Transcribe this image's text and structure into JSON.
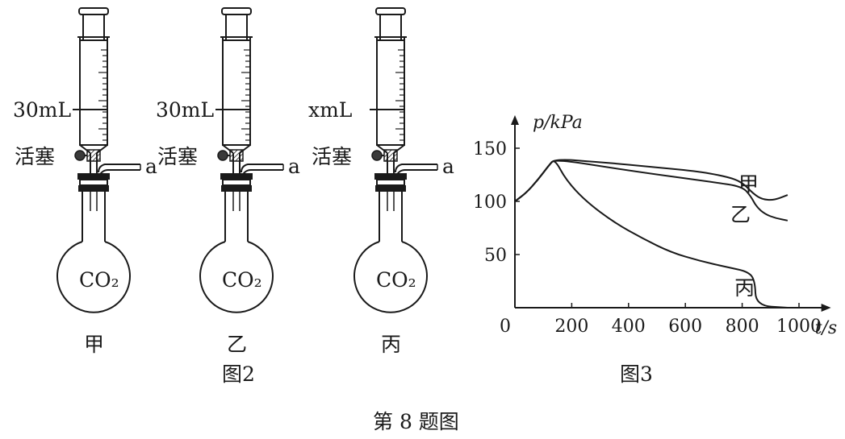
{
  "apparatus": [
    {
      "name": "甲",
      "syringe_label": "30mL",
      "valve_label": "活塞",
      "tube_label": "a",
      "flask_label": "CO₂"
    },
    {
      "name": "乙",
      "syringe_label": "30mL",
      "valve_label": "活塞",
      "tube_label": "a",
      "flask_label": "CO₂"
    },
    {
      "name": "丙",
      "syringe_label": "xmL",
      "valve_label": "活塞",
      "tube_label": "a",
      "flask_label": "CO₂"
    }
  ],
  "figure2_caption": "图2",
  "figure3_caption": "图3",
  "question_caption": "第 8 题图",
  "chart_data": {
    "type": "line",
    "ylabel": "p/kPa",
    "xlabel": "t/s",
    "origin_label": "0",
    "xlim": [
      0,
      1050
    ],
    "ylim": [
      0,
      175
    ],
    "x_ticks": [
      200,
      400,
      600,
      800,
      1000
    ],
    "y_ticks": [
      50,
      100,
      150
    ],
    "grid": false,
    "series": [
      {
        "name": "甲",
        "points": [
          [
            0,
            100
          ],
          [
            40,
            108
          ],
          [
            80,
            120
          ],
          [
            120,
            134
          ],
          [
            140,
            140
          ],
          [
            300,
            137
          ],
          [
            500,
            132
          ],
          [
            650,
            128
          ],
          [
            750,
            123
          ],
          [
            800,
            118
          ],
          [
            840,
            107
          ],
          [
            870,
            102
          ],
          [
            910,
            101
          ],
          [
            960,
            106
          ]
        ]
      },
      {
        "name": "乙",
        "points": [
          [
            0,
            100
          ],
          [
            40,
            108
          ],
          [
            80,
            120
          ],
          [
            120,
            134
          ],
          [
            140,
            140
          ],
          [
            400,
            129
          ],
          [
            700,
            118
          ],
          [
            800,
            114
          ],
          [
            830,
            105
          ],
          [
            850,
            95
          ],
          [
            880,
            88
          ],
          [
            920,
            84
          ],
          [
            960,
            82
          ]
        ]
      },
      {
        "name": "丙",
        "points": [
          [
            0,
            100
          ],
          [
            40,
            108
          ],
          [
            80,
            120
          ],
          [
            120,
            134
          ],
          [
            140,
            140
          ],
          [
            180,
            120
          ],
          [
            250,
            100
          ],
          [
            350,
            80
          ],
          [
            450,
            65
          ],
          [
            550,
            52
          ],
          [
            650,
            44
          ],
          [
            750,
            38
          ],
          [
            820,
            34
          ],
          [
            845,
            26
          ],
          [
            848,
            2
          ],
          [
            960,
            0
          ]
        ]
      }
    ]
  }
}
